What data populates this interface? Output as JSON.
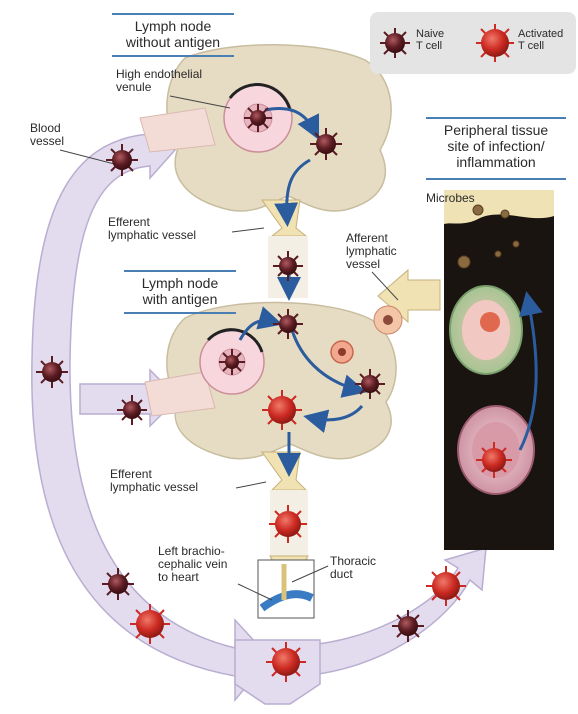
{
  "legend": {
    "naive_label": "Naive\nT cell",
    "activated_label": "Activated\nT cell"
  },
  "titles": {
    "node_without_antigen": "Lymph node\nwithout antigen",
    "node_with_antigen": "Lymph node\nwith antigen",
    "peripheral_tissue": "Peripheral tissue\nsite of infection/\ninflammation"
  },
  "labels": {
    "high_endothelial_venule": "High endothelial\nvenule",
    "blood_vessel": "Blood\nvessel",
    "efferent_top": "Efferent\nlymphatic vessel",
    "afferent": "Afferent\nlymphatic\nvessel",
    "microbes": "Microbes",
    "efferent_bottom": "Efferent\nlymphatic vessel",
    "left_brachiocephalic": "Left brachio-\ncephalic vein\nto heart",
    "thoracic_duct": "Thoracic\nduct"
  },
  "colors": {
    "node_fill": "#e6dcc4",
    "vessel_fill": "#e3dcef",
    "naive_cell": "#5a1c22",
    "activated_cell": "#cc2a22",
    "arrow_blue": "#2a5c9e",
    "rule_blue": "#4a7fb3",
    "tissue_dark": "#1a1410"
  },
  "icons": [
    "naive-t-cell-icon",
    "activated-t-cell-icon",
    "microbe-icon",
    "flow-arrow-icon"
  ]
}
